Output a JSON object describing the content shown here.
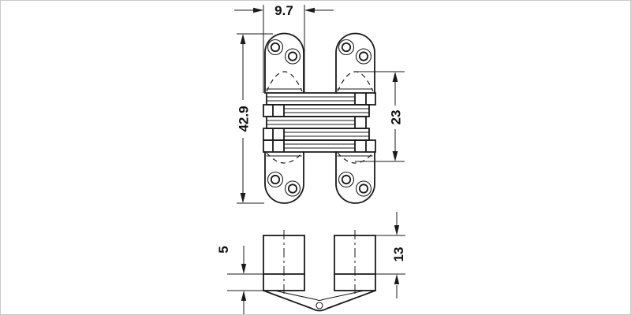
{
  "drawing": {
    "labels": {
      "width_top": "9.7",
      "height_total": "42.9",
      "height_link": "23",
      "depth_edge": "5",
      "depth_bore": "13"
    },
    "colors": {
      "line": "#1a1a1a",
      "text": "#111111",
      "background": "#ffffff",
      "border": "#c9c9c9"
    }
  }
}
